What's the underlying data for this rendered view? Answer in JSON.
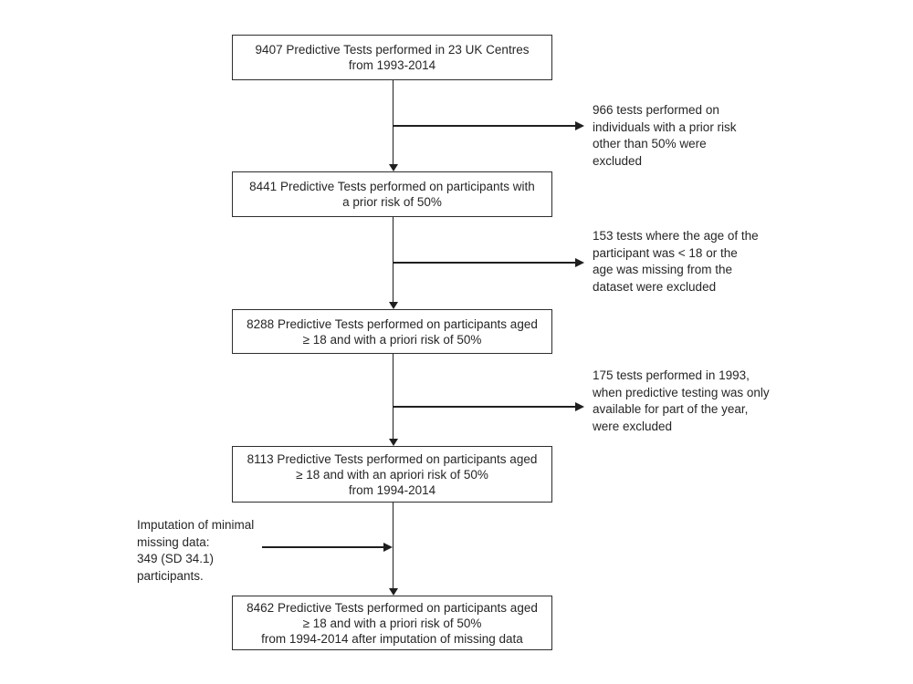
{
  "flowchart": {
    "boxes": [
      {
        "id": "box-9407",
        "lines": [
          "9407 Predictive Tests performed in 23 UK Centres",
          "from 1993-2014"
        ]
      },
      {
        "id": "box-8441",
        "lines": [
          "8441 Predictive Tests performed on participants with",
          "a prior risk of 50%"
        ]
      },
      {
        "id": "box-8288",
        "lines": [
          "8288 Predictive Tests performed on participants aged",
          "≥ 18 and with a priori risk of 50%"
        ]
      },
      {
        "id": "box-8113",
        "lines": [
          "8113 Predictive Tests performed on participants aged",
          "≥ 18 and with an apriori risk of 50%",
          "from 1994-2014"
        ]
      },
      {
        "id": "box-8462",
        "lines": [
          "8462 Predictive Tests performed on participants aged",
          "≥ 18 and with a priori risk of 50%",
          "from 1994-2014 after imputation of missing data"
        ]
      }
    ],
    "exclusions": [
      {
        "lines": [
          "966 tests performed on",
          "individuals with a prior risk",
          "other than 50% were",
          "excluded"
        ]
      },
      {
        "lines": [
          "153 tests where the age of the",
          "participant was < 18 or the",
          "age was missing from the",
          "dataset were excluded"
        ]
      },
      {
        "lines": [
          "175 tests performed in 1993,",
          "when predictive testing was only",
          "available for part of the year,",
          "were excluded"
        ]
      }
    ],
    "left_note": {
      "lines": [
        "Imputation of minimal",
        "missing data:",
        "349 (SD 34.1)",
        "participants."
      ]
    },
    "colors": {
      "background": "#ffffff",
      "line": "#1f1f1f",
      "box_border": "#2e2e2e",
      "text": "#262626"
    }
  }
}
